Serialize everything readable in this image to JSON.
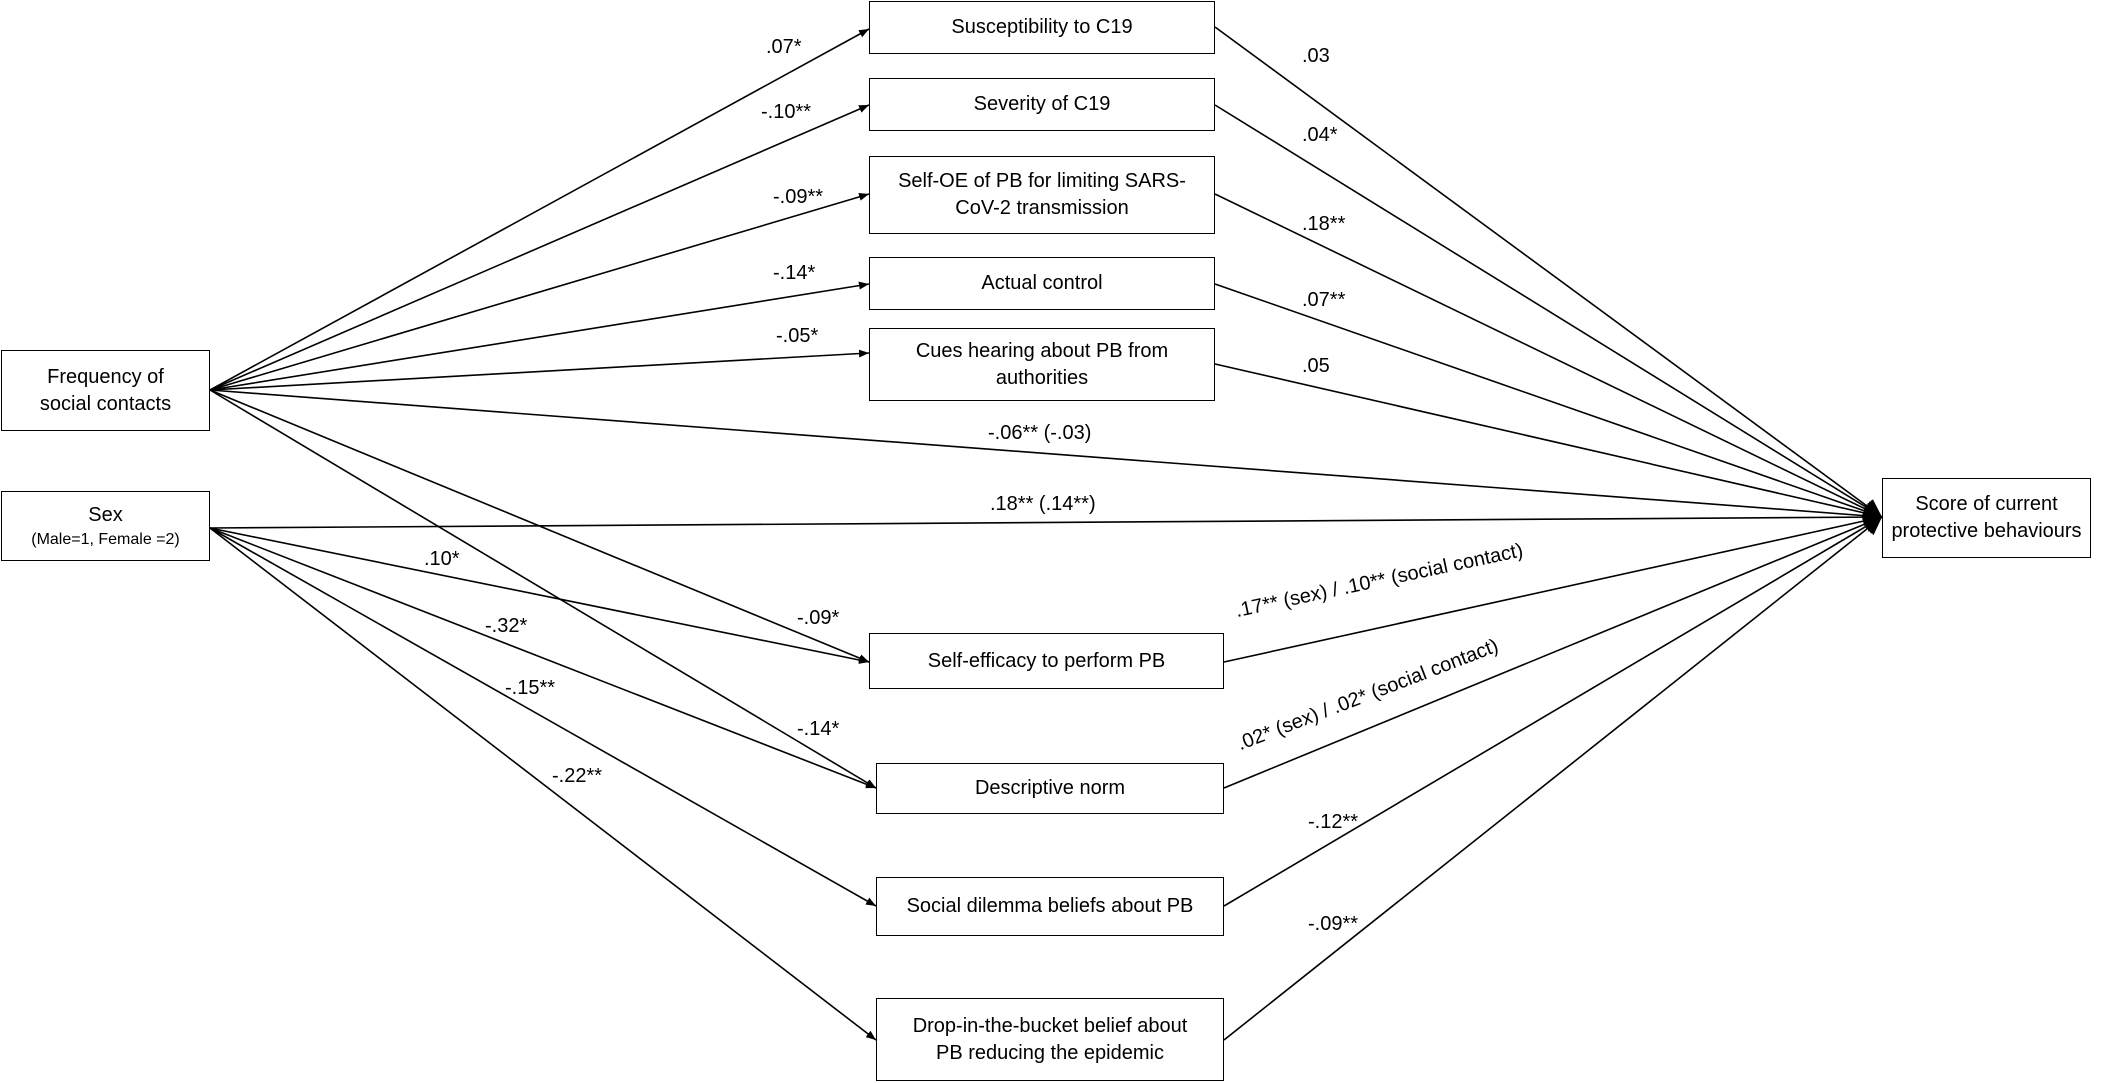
{
  "nodes": {
    "freq": {
      "lines": [
        "Frequency of",
        "social contacts"
      ]
    },
    "sex": {
      "lines": [
        "Sex"
      ],
      "sub": "(Male=1, Female =2)"
    },
    "score": {
      "lines": [
        "Score of current",
        "protective behaviours"
      ]
    },
    "susc": {
      "lines": [
        "Susceptibility to C19"
      ]
    },
    "sev": {
      "lines": [
        "Severity of C19"
      ]
    },
    "selfoe": {
      "lines": [
        "Self-OE of PB for limiting SARS-",
        "CoV-2 transmission"
      ]
    },
    "actual": {
      "lines": [
        "Actual control"
      ]
    },
    "cues": {
      "lines": [
        "Cues hearing about PB from",
        "authorities"
      ]
    },
    "selfeff": {
      "lines": [
        "Self-efficacy to perform PB"
      ]
    },
    "descnorm": {
      "lines": [
        "Descriptive norm"
      ]
    },
    "socdil": {
      "lines": [
        "Social dilemma beliefs about PB"
      ]
    },
    "drop": {
      "lines": [
        "Drop-in-the-bucket belief about",
        "PB reducing the epidemic"
      ]
    }
  },
  "paths": [
    {
      "id": "freq-susc",
      "label": ".07*"
    },
    {
      "id": "freq-sev",
      "label": "-.10**"
    },
    {
      "id": "freq-selfoe",
      "label": "-.09**"
    },
    {
      "id": "freq-actual",
      "label": "-.14*"
    },
    {
      "id": "freq-cues",
      "label": "-.05*"
    },
    {
      "id": "freq-score",
      "label": "-.06** (-.03)"
    },
    {
      "id": "freq-selfeff",
      "label": "-.09*"
    },
    {
      "id": "freq-descnorm",
      "label": "-.14*"
    },
    {
      "id": "sex-score",
      "label": ".18** (.14**)"
    },
    {
      "id": "sex-selfeff",
      "label": ".10*"
    },
    {
      "id": "sex-descnorm",
      "label": "-.32*"
    },
    {
      "id": "sex-socdil",
      "label": "-.15**"
    },
    {
      "id": "sex-drop",
      "label": "-.22**"
    },
    {
      "id": "susc-score",
      "label": ".03"
    },
    {
      "id": "sev-score",
      "label": ".04*"
    },
    {
      "id": "selfoe-score",
      "label": ".18**"
    },
    {
      "id": "actual-score",
      "label": ".07**"
    },
    {
      "id": "cues-score",
      "label": ".05"
    },
    {
      "id": "selfeff-score",
      "label": ".17** (sex) / .10** (social contact)"
    },
    {
      "id": "descnorm-score",
      "label": ".02* (sex) / .02* (social contact)"
    },
    {
      "id": "socdil-score",
      "label": "-.12**"
    },
    {
      "id": "drop-score",
      "label": "-.09**"
    }
  ]
}
